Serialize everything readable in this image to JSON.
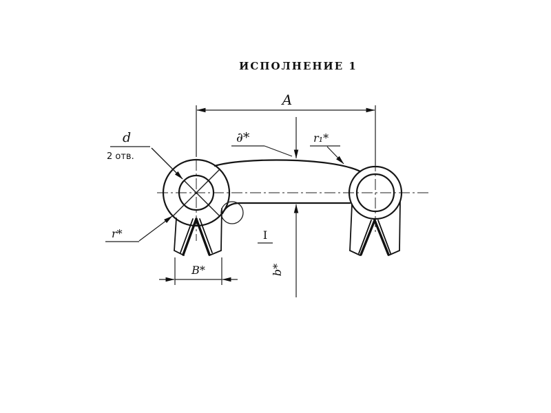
{
  "title": "ИСПОЛНЕНИЕ 1",
  "labels": {
    "dim_a": "A",
    "hole_d": "d",
    "holes_count": "2 отв.",
    "thickness": "∂*",
    "radius1": "r₁*",
    "radius": "r*",
    "width_b_caps": "B*",
    "height_b": "b*",
    "detail": "I"
  },
  "colors": {
    "ink": "#151515",
    "paper": "#ffffff"
  }
}
